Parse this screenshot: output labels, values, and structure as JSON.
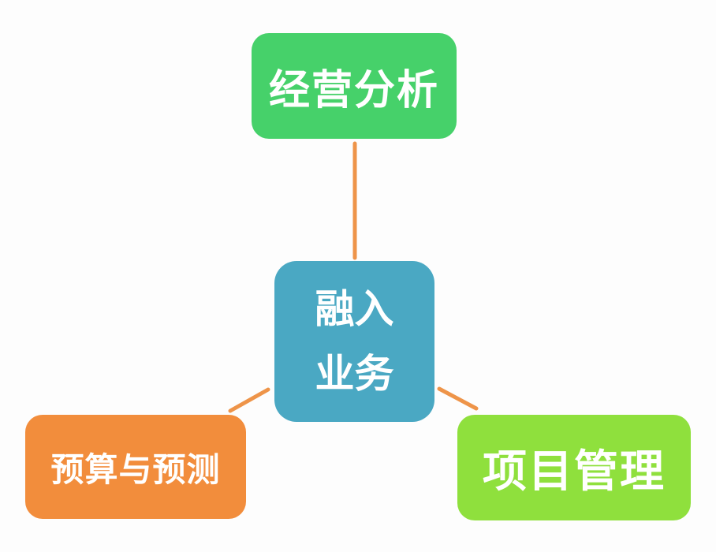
{
  "diagram": {
    "colors": {
      "center": "#4aa8c3",
      "top": "#46d16a",
      "left": "#f28d3c",
      "right": "#8fe03d",
      "connector": "#ee9449"
    },
    "center": {
      "line1": "融入",
      "line2": "业务"
    },
    "top": {
      "label": "经营分析"
    },
    "left": {
      "label": "预算与预测"
    },
    "right": {
      "label": "项目管理"
    }
  }
}
